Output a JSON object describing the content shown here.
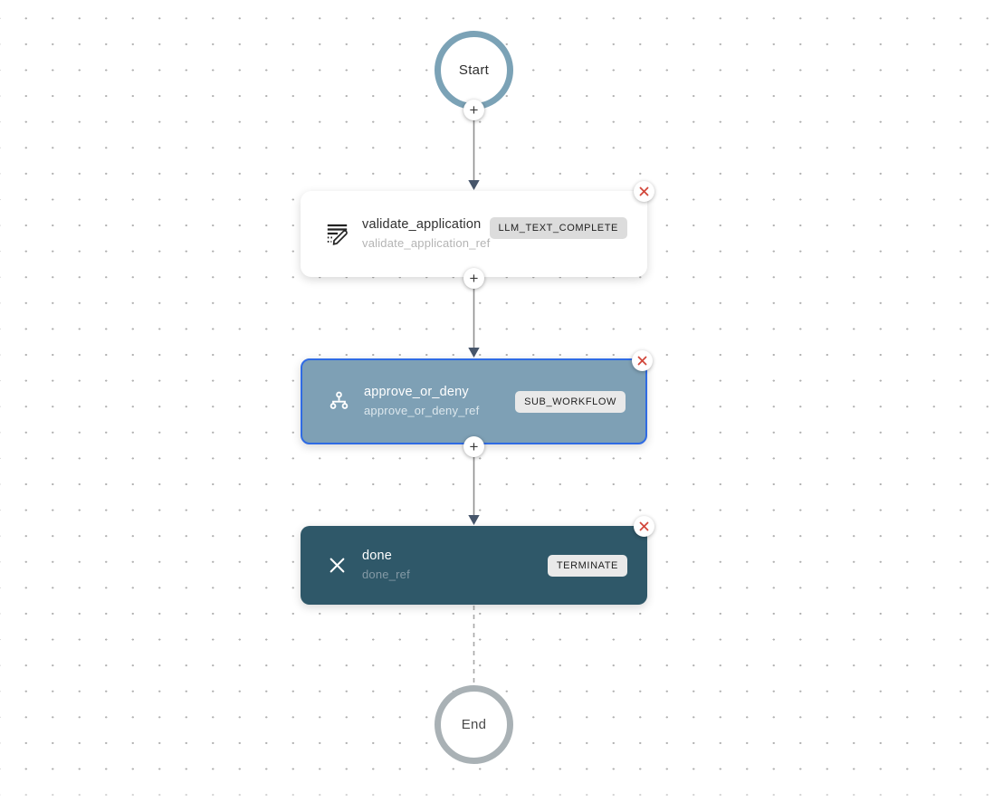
{
  "start_node": {
    "label": "Start"
  },
  "end_node": {
    "label": "End"
  },
  "nodes": [
    {
      "name": "validate_application",
      "ref": "validate_application_ref",
      "type_badge": "LLM_TEXT_COMPLETE",
      "icon": "llm-text-complete-icon",
      "state": "default"
    },
    {
      "name": "approve_or_deny",
      "ref": "approve_or_deny_ref",
      "type_badge": "SUB_WORKFLOW",
      "icon": "sub-workflow-icon",
      "state": "selected"
    },
    {
      "name": "done",
      "ref": "done_ref",
      "type_badge": "TERMINATE",
      "icon": "terminate-icon",
      "state": "default"
    }
  ],
  "controls": {
    "add_label": "+"
  },
  "colors": {
    "start-border": "#7ba2b6",
    "end-border": "#a9b1b5",
    "selected-border": "#2f6be4",
    "subworkflow-bg": "#7ea0b5",
    "terminate-bg": "#2f5869",
    "badge-bg": "#dcdcdc",
    "badge-bg-light": "#e9e9e9",
    "badge-text": "#1f1f1f",
    "card-title": "#2f2f2f",
    "card-ref": "#b4b4b4",
    "ref-on-blue": "#dce7ed",
    "ref-on-dark": "#849aa6",
    "line": "#8f8f8f",
    "dashed": "#a8a8a8",
    "arrowhead": "#47566b",
    "close-red": "#d2473b"
  }
}
